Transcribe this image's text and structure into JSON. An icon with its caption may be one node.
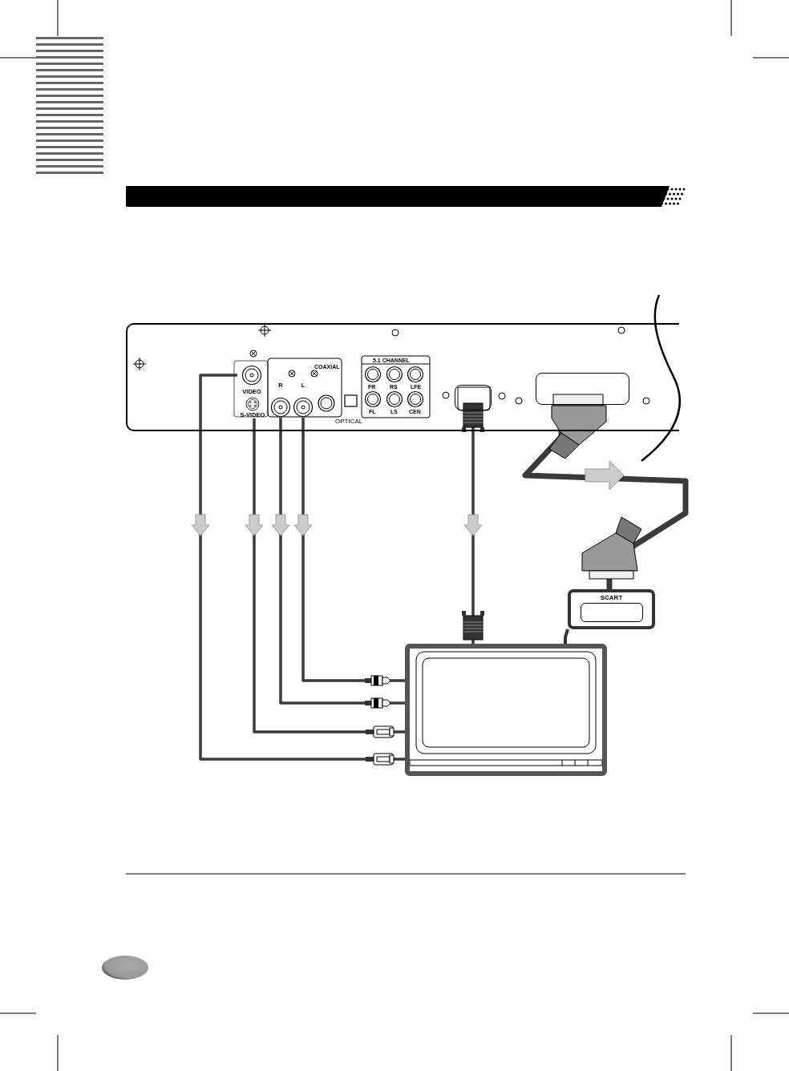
{
  "diagram": {
    "nodes": [
      {
        "text": [],
        "shape": "box"
      },
      {
        "text": [
          "VIDEO"
        ],
        "in": 0
      },
      {
        "text": [
          "S-VIDEO"
        ],
        "in": 0
      },
      {
        "text": [
          "R"
        ],
        "in": 0
      },
      {
        "text": [
          "L"
        ],
        "in": 0
      },
      {
        "text": [],
        "shape": "box",
        "in": 0
      },
      {
        "text": [],
        "shape": "box",
        "in": 0
      },
      {
        "text": [],
        "shape": "box"
      },
      {
        "text": [
          "SCART"
        ]
      }
    ],
    "edges": [
      {
        "from": 1,
        "to": 7,
        "arrow": "none"
      },
      {
        "from": 2,
        "to": 7,
        "arrow": "none"
      },
      {
        "from": 3,
        "to": 7,
        "arrow": "none"
      },
      {
        "from": 4,
        "to": 7,
        "arrow": "none"
      },
      {
        "from": 5,
        "to": 7,
        "arrow": "none"
      },
      {
        "from": 6,
        "to": 8,
        "arrow": "none",
        "style": "thick"
      },
      {
        "from": 8,
        "to": 7,
        "arrow": "none"
      }
    ],
    "labels": [
      "COAXIAL",
      "OPTICAL",
      "5.1 CHANNEL",
      "FR",
      "RS",
      "LFE",
      "FL",
      "LS",
      "CEN"
    ]
  }
}
